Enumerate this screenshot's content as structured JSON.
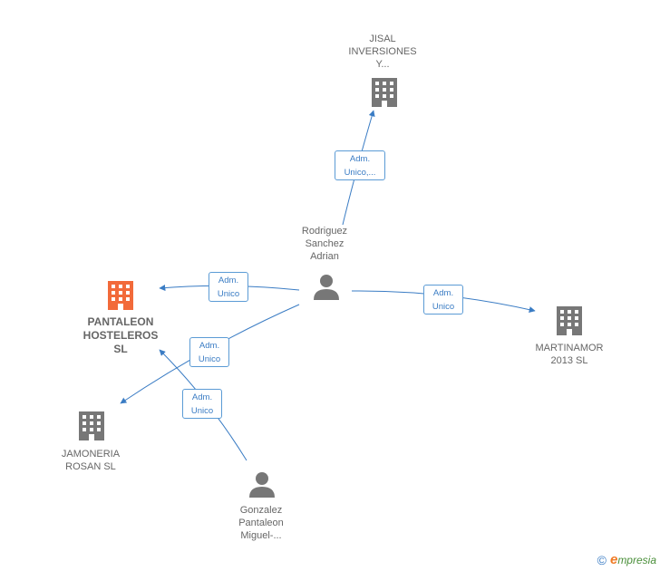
{
  "colors": {
    "edge": "#3a7cc4",
    "building_gray": "#777777",
    "building_highlight": "#f26a3a",
    "person": "#777777"
  },
  "nodes": {
    "jisal": {
      "label": "JISAL\nINVERSIONES\nY...",
      "icon": "building-icon"
    },
    "rodriguez": {
      "label": "Rodriguez\nSanchez\nAdrian",
      "icon": "person-icon"
    },
    "pantaleon": {
      "label": "PANTALEON\nHOSTELEROS\nSL",
      "icon": "building-icon"
    },
    "martinamor": {
      "label": "MARTINAMOR\n2013  SL",
      "icon": "building-icon"
    },
    "jamoneria": {
      "label": "JAMONERIA\nROSAN  SL",
      "icon": "building-icon"
    },
    "gonzalez": {
      "label": "Gonzalez\nPantaleon\nMiguel-...",
      "icon": "person-icon"
    }
  },
  "edges": {
    "rodriguez_jisal": "Adm.\nUnico,...",
    "rodriguez_pantaleon": "Adm.\nUnico",
    "rodriguez_martinamor": "Adm.\nUnico",
    "rodriguez_jamoneria": "Adm.\nUnico",
    "gonzalez_pantaleon": "Adm.\nUnico"
  },
  "footer": {
    "copyright": "©",
    "brand_initial": "e",
    "brand_rest": "mpresia"
  }
}
